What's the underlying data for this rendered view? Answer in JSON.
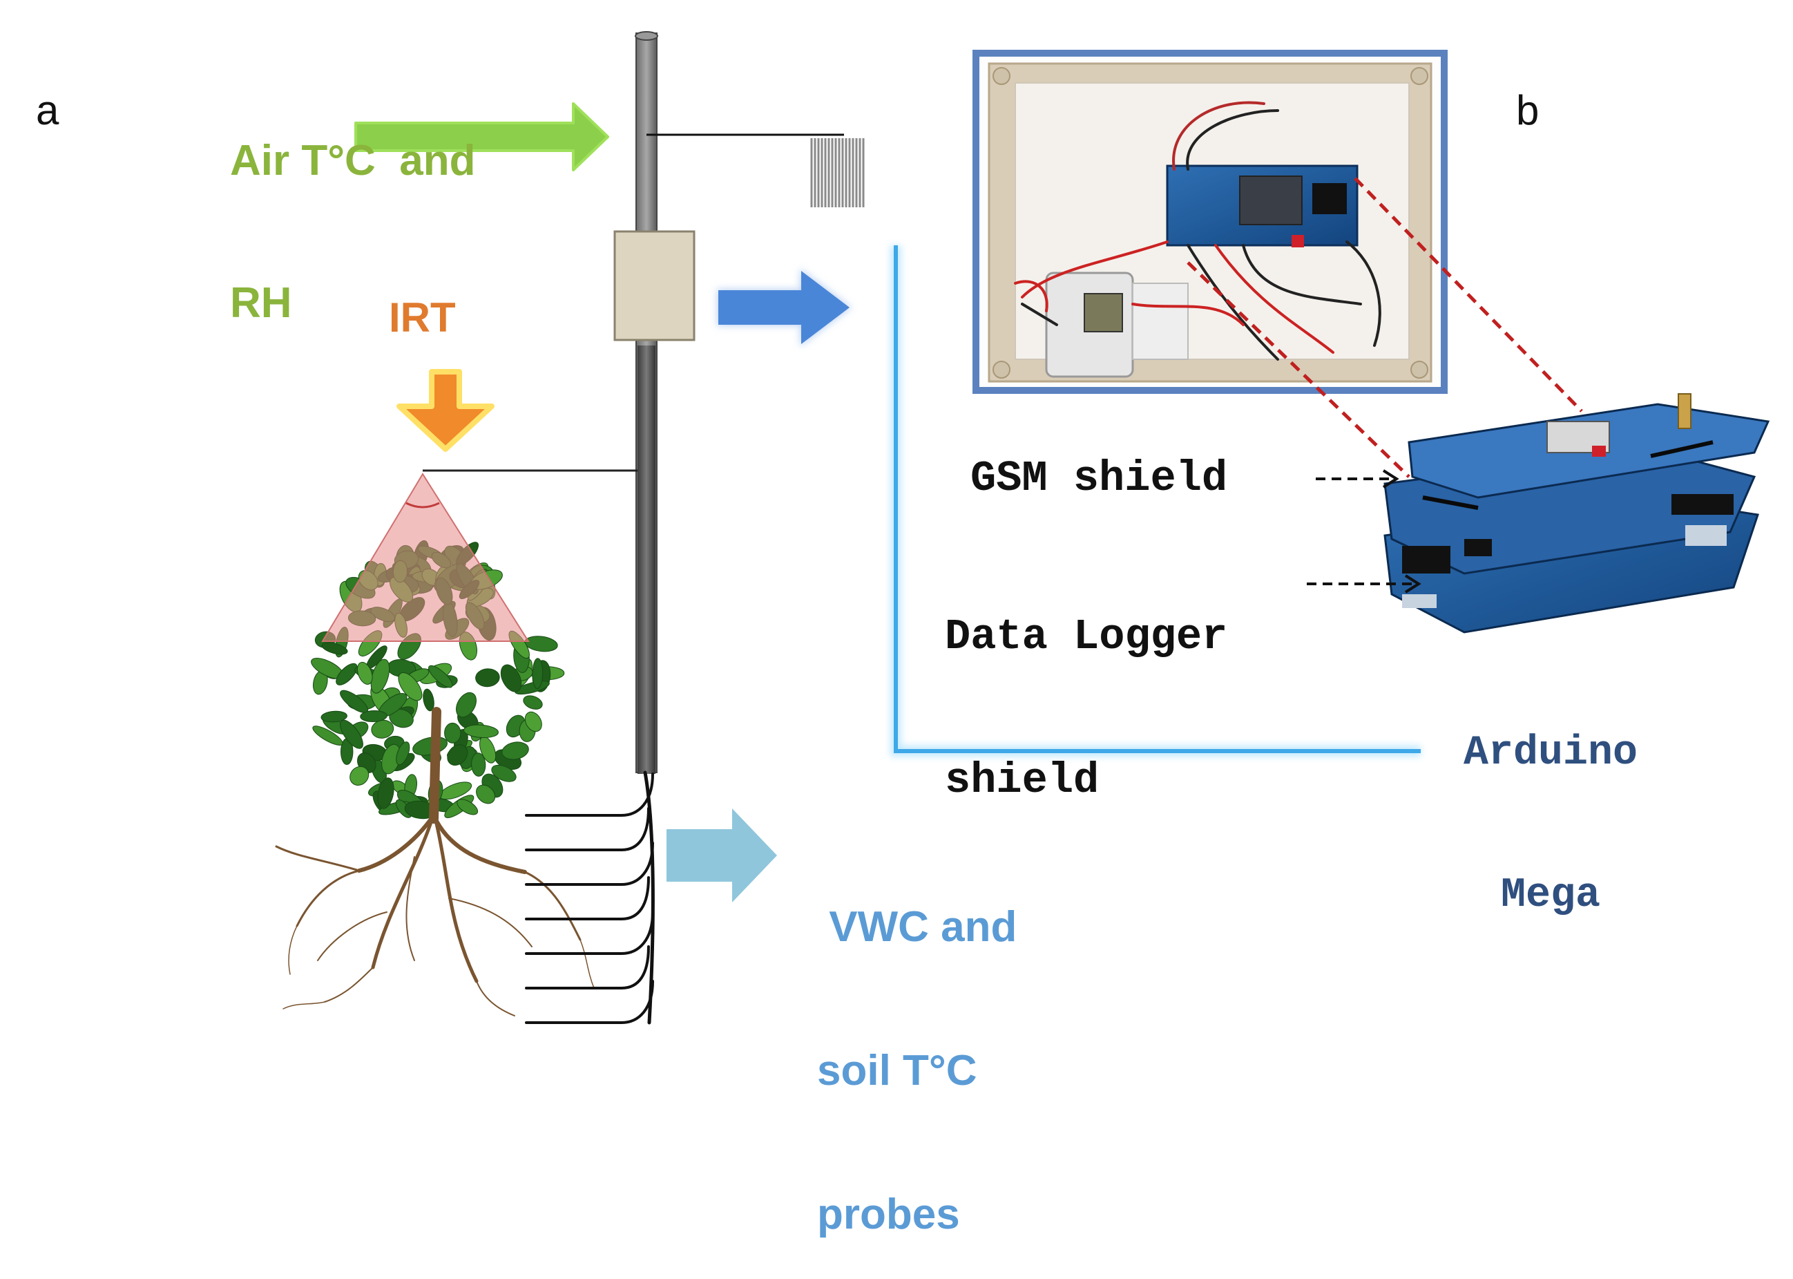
{
  "panels": {
    "a": "a",
    "b": "b"
  },
  "labels": {
    "air": {
      "line1": "Air T°C  and",
      "line2": "RH",
      "color": "#8ab43c"
    },
    "irt": {
      "text": "IRT",
      "color": "#e07b2e"
    },
    "soil": {
      "line1": " VWC and",
      "line2": "soil T°C",
      "line3": "probes",
      "color": "#5b9bd5"
    },
    "gsm": {
      "text": "GSM shield"
    },
    "datalogger": {
      "line1": "Data Logger",
      "line2": "shield"
    },
    "arduino": {
      "line1": "Arduino",
      "line2": "Mega",
      "color": "#2f4f7f"
    }
  },
  "colors": {
    "green_arrow": "#8ccf4a",
    "blue_arrow": "#4a86d8",
    "lightblue_arrow": "#8fc6dc",
    "orange_arrow": "#f08a2a",
    "connector_line": "#5fc0ef",
    "enclosure_frame": "#4f79b8",
    "cone": "#e88a8a",
    "dashed": "#c0201f"
  },
  "icons": [
    "mast-pole-icon",
    "air-sensor-radiation-shield-icon",
    "datalogger-box-icon",
    "infrared-cone-icon",
    "plant-icon",
    "roots-icon",
    "soil-probes-icon",
    "enclosure-photo-icon",
    "arduino-stack-icon"
  ]
}
